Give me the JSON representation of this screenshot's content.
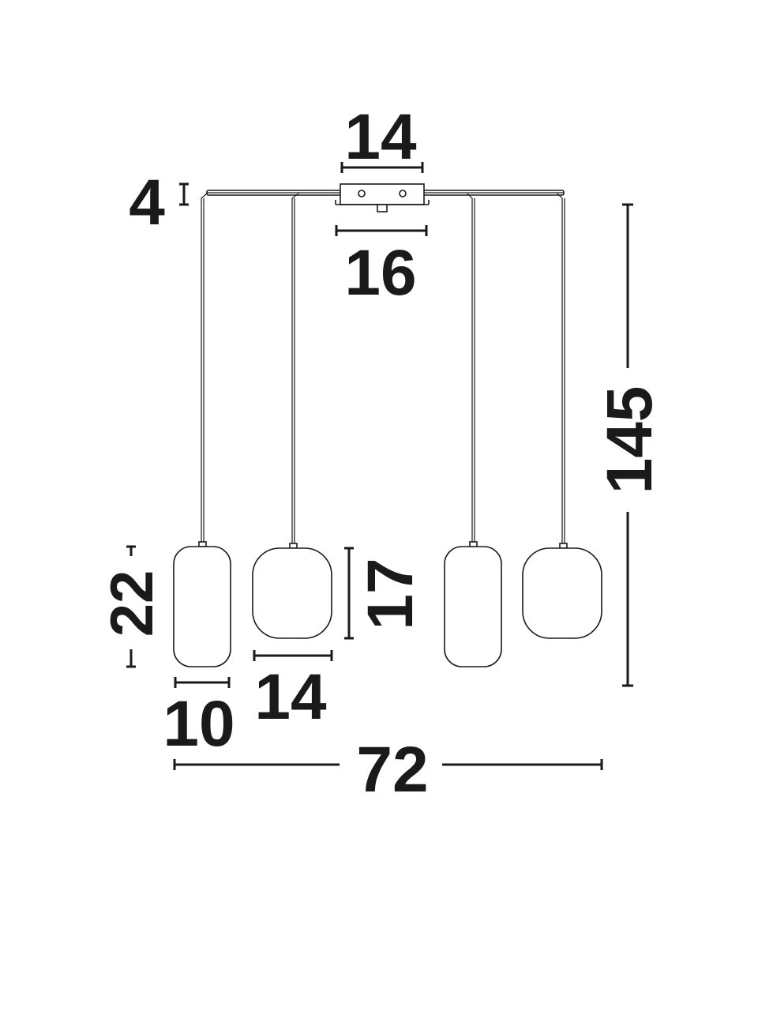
{
  "dimensions": {
    "canopy_top_width": "14",
    "canopy_bottom_width": "16",
    "canopy_height": "4",
    "overall_height": "145",
    "shade_a_height": "22",
    "shade_a_width": "10",
    "shade_b_width": "14",
    "shade_b_height": "17",
    "overall_width": "72"
  },
  "colors": {
    "line": "#1a1a1a",
    "background": "#ffffff"
  }
}
